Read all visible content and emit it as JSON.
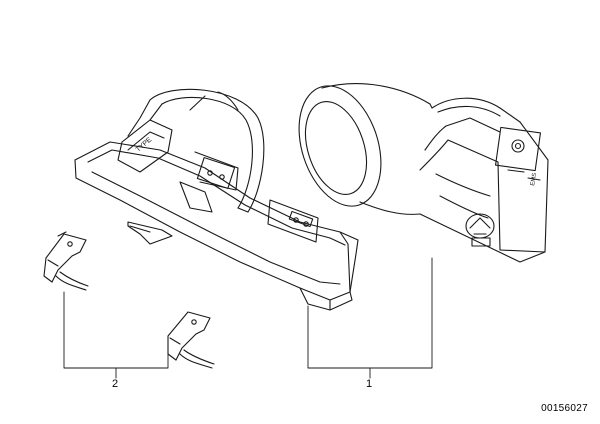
{
  "diagram": {
    "callouts": [
      {
        "id": "1",
        "label": "1",
        "part": "flashlight-with-holder"
      },
      {
        "id": "2",
        "label": "2",
        "part": "mounting-clips"
      }
    ],
    "flashlight_markings": {
      "lid_text": "TYPE",
      "side_text": "EMS"
    },
    "document_number": "00156027",
    "line_color": "#1a1a1a",
    "background": "#ffffff"
  }
}
